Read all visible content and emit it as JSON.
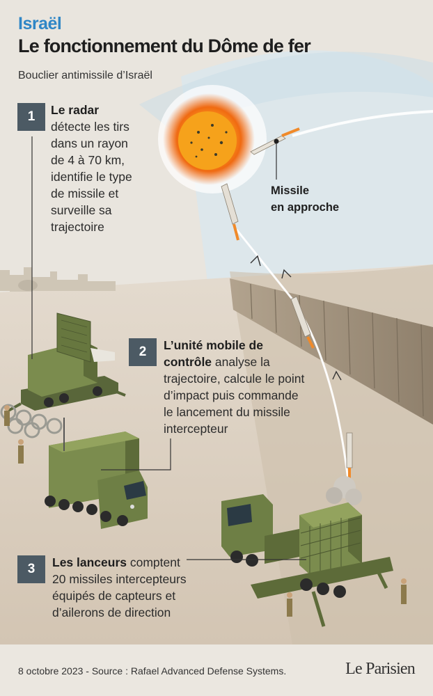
{
  "header": {
    "kicker": "Israël",
    "title": "Le fonctionnement du Dôme de fer",
    "subtitle": "Bouclier antimissile d’Israël"
  },
  "steps": [
    {
      "number": "1",
      "bold": "Le radar",
      "text": " détecte les tirs dans un rayon de 4 à 70 km, identifie le type de missile et surveille sa trajectoire"
    },
    {
      "number": "2",
      "bold": "L’unité mobile de contrôle",
      "text": " analyse la trajectoire, calcule le point d’impact puis commande le lancement du missile intercepteur"
    },
    {
      "number": "3",
      "bold": "Les lanceurs",
      "text": " comptent 20 missiles intercepteurs équipés de capteurs et d’ailerons de direction"
    }
  ],
  "labels": {
    "missile_line1": "Missile",
    "missile_line2": "en approche"
  },
  "footer": {
    "date_source": "8 octobre 2023 - Source : Rafael Advanced Defense Systems.",
    "logo": "Le Parisien"
  },
  "colors": {
    "accent": "#2f86c6",
    "badge": "#4c5a64",
    "military_green": "#6e7f45",
    "wall": "#a89a86",
    "sky": "#d8e7ef"
  }
}
